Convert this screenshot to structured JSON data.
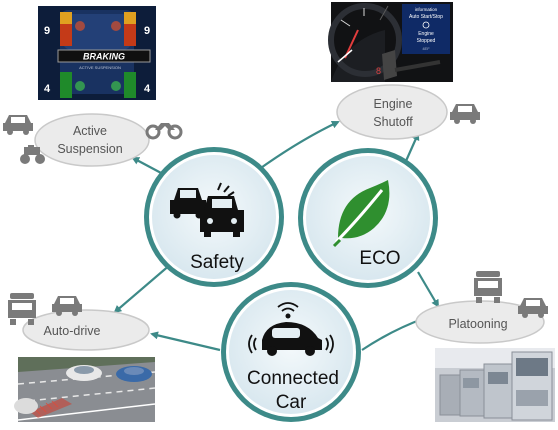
{
  "hubs": {
    "safety": {
      "label": "Safety"
    },
    "eco": {
      "label": "ECO"
    },
    "connected": {
      "line1": "Connected",
      "line2": "Car"
    }
  },
  "nodes": {
    "active_suspension": {
      "line1": "Active",
      "line2": "Suspension"
    },
    "engine_shutoff": {
      "line1": "Engine",
      "line2": "Shutoff"
    },
    "auto_drive": {
      "label": "Auto-drive"
    },
    "platooning": {
      "label": "Platooning"
    }
  },
  "photos": {
    "braking": {
      "top_left_num": "9",
      "top_right_num": "9",
      "bottom_left_num": "4",
      "bottom_right_num": "4",
      "banner": "BRAKING",
      "subtitle": "ACTIVE SUSPENSION"
    },
    "dashboard": {
      "line1": "information",
      "line2": "Auto Start/Stop",
      "line3": "Engine",
      "line4": "Stopped",
      "line5": "4EF",
      "gauge_num": "8"
    }
  },
  "colors": {
    "hub_fill": "#e4eef3",
    "hub_stroke": "#3d8a88",
    "arrow": "#3d8a88",
    "oval_fill": "#ebebeb",
    "oval_stroke": "#c9c9c9",
    "leaf": "#2f8f2f",
    "icon_gray": "#7a7a7a"
  },
  "icons": [
    "car-icon",
    "truck-icon",
    "motorcycle-icon",
    "atv-icon",
    "leaf-icon",
    "connected-car-icon",
    "collision-icon"
  ]
}
